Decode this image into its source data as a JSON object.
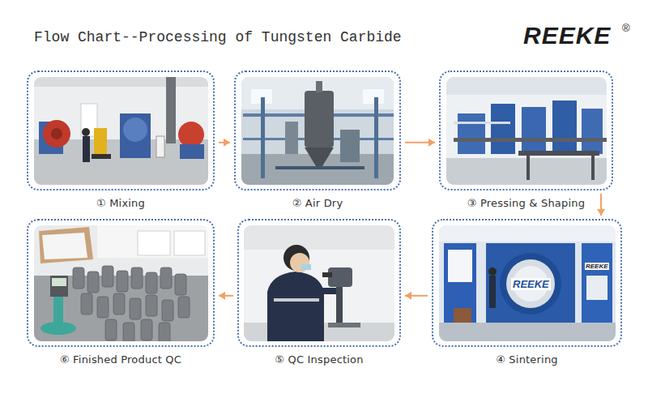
{
  "diagram": {
    "title": "Flow Chart--Processing of Tungsten Carbide",
    "nodes": [
      {
        "text": [
          "① Mixing"
        ]
      },
      {
        "text": [
          "② Air Dry"
        ]
      },
      {
        "text": [
          "③ Pressing & Shaping"
        ]
      },
      {
        "text": [
          "④ Sintering"
        ]
      },
      {
        "text": [
          "⑤ QC Inspection"
        ]
      },
      {
        "text": [
          "⑥ Finished Product QC"
        ]
      }
    ],
    "edges": [
      {
        "from": 0,
        "to": 1,
        "arrow": "to"
      },
      {
        "from": 1,
        "to": 2,
        "arrow": "to"
      },
      {
        "from": 2,
        "to": 3,
        "arrow": "to"
      },
      {
        "from": 3,
        "to": 4,
        "arrow": "to"
      },
      {
        "from": 4,
        "to": 5,
        "arrow": "to"
      }
    ],
    "labels": [
      "REEKE",
      "®",
      "REEKE",
      "REEKE"
    ]
  }
}
